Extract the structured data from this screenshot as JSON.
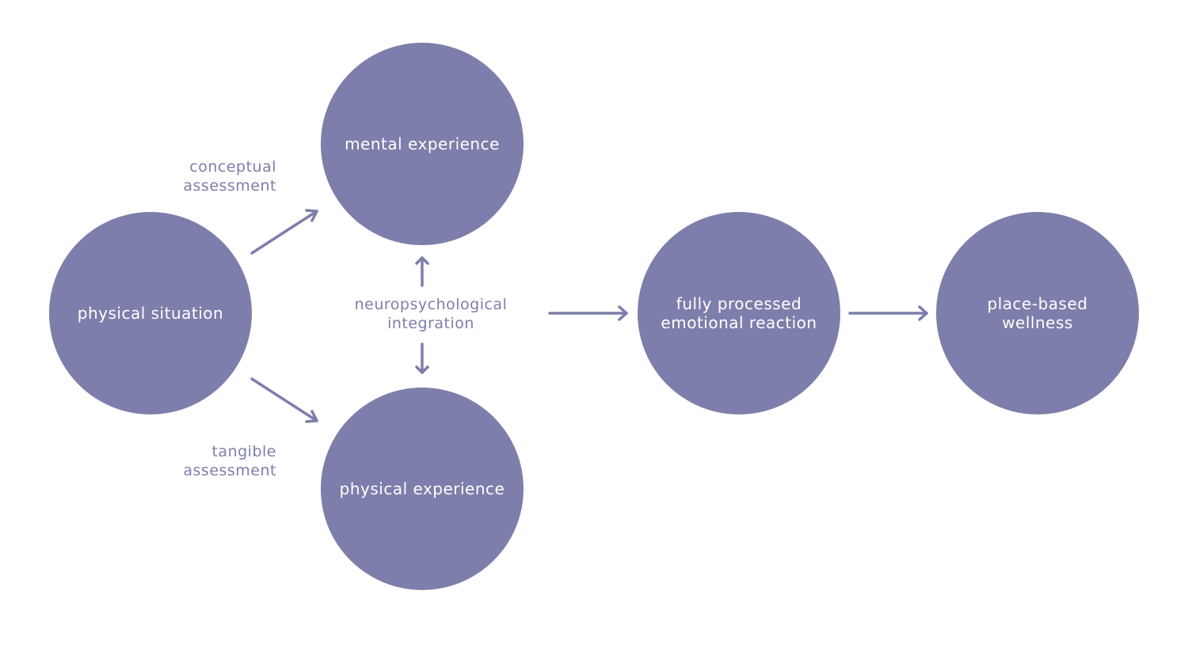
{
  "colors": {
    "node_fill": "#7d7eab",
    "arrow": "#7d7eab",
    "label_text": "#7d7eab",
    "node_text": "#ffffff"
  },
  "nodes": {
    "physical_situation": {
      "line1": "physical situation",
      "line2": ""
    },
    "mental_experience": {
      "line1": "mental experience",
      "line2": ""
    },
    "physical_experience": {
      "line1": "physical experience",
      "line2": ""
    },
    "emotional_reaction": {
      "line1": "fully processed",
      "line2": "emotional reaction"
    },
    "wellness": {
      "line1": "place-based",
      "line2": "wellness"
    }
  },
  "labels": {
    "conceptual": {
      "line1": "conceptual",
      "line2": "assessment"
    },
    "tangible": {
      "line1": "tangible",
      "line2": "assessment"
    },
    "integration": {
      "line1": "neuropsychological",
      "line2": "integration"
    }
  },
  "edges": [
    {
      "from": "physical situation",
      "to": "mental experience"
    },
    {
      "from": "physical situation",
      "to": "physical experience"
    },
    {
      "from": "neuropsychological integration",
      "to": "mental experience"
    },
    {
      "from": "neuropsychological integration",
      "to": "physical experience"
    },
    {
      "from": "neuropsychological integration",
      "to": "fully processed emotional reaction"
    },
    {
      "from": "fully processed emotional reaction",
      "to": "place-based wellness"
    }
  ]
}
